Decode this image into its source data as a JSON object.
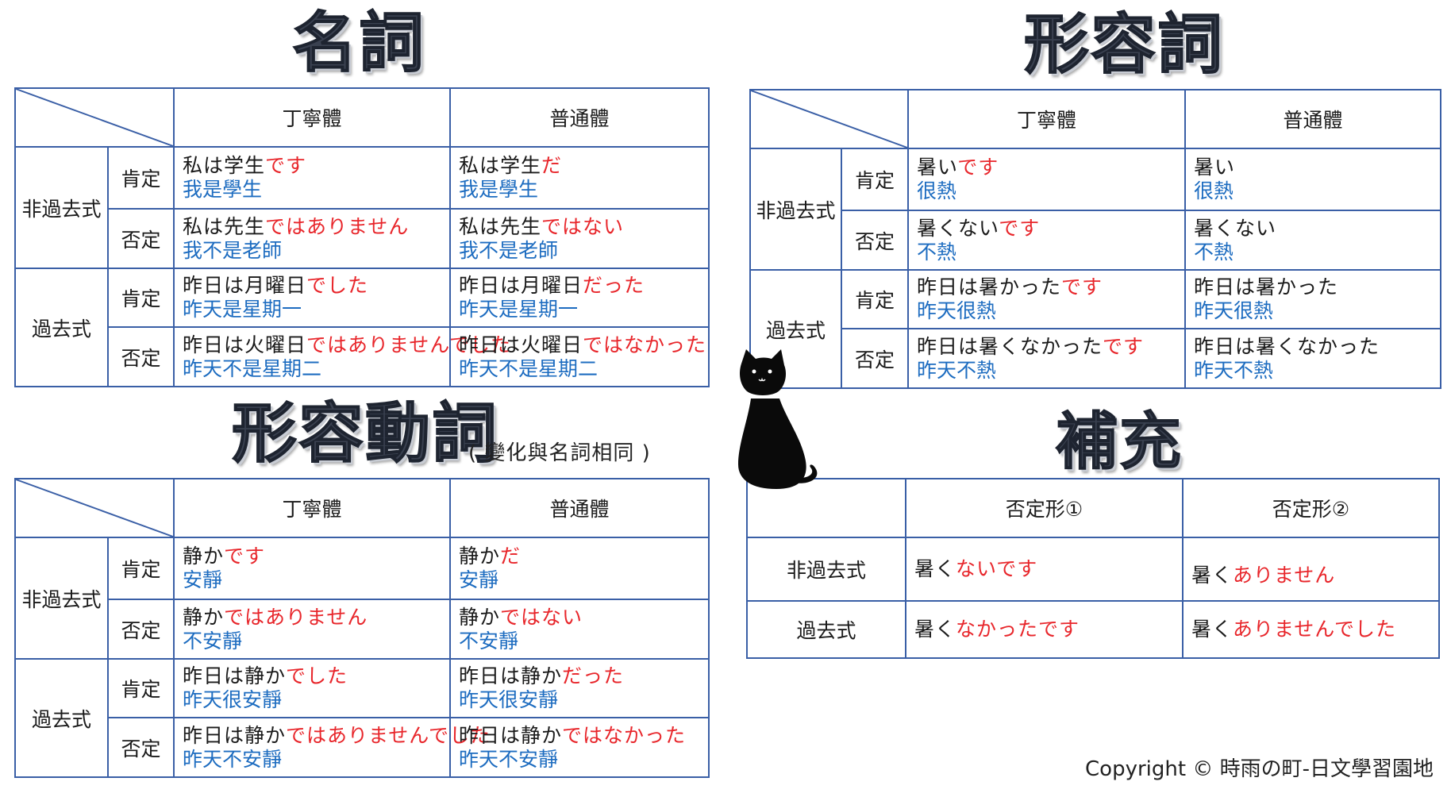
{
  "sections": {
    "noun": {
      "title": "名詞",
      "headers": [
        "丁寧體",
        "普通體"
      ],
      "groups": [
        "非過去式",
        "過去式"
      ],
      "rows": [
        {
          "polarity": "肯定",
          "polite": {
            "base": "私は学生",
            "end": "です",
            "zh": "我是學生"
          },
          "plain": {
            "base": "私は学生",
            "end": "だ",
            "zh": "我是學生"
          }
        },
        {
          "polarity": "否定",
          "polite": {
            "base": "私は先生",
            "end": "ではありません",
            "zh": "我不是老師"
          },
          "plain": {
            "base": "私は先生",
            "end": "ではない",
            "zh": "我不是老師"
          }
        },
        {
          "polarity": "肯定",
          "polite": {
            "base": "昨日は月曜日",
            "end": "でした",
            "zh": "昨天是星期一"
          },
          "plain": {
            "base": "昨日は月曜日",
            "end": "だった",
            "zh": "昨天是星期一"
          }
        },
        {
          "polarity": "否定",
          "polite": {
            "base": "昨日は火曜日",
            "end": "ではありませんでした",
            "zh": "昨天不是星期二"
          },
          "plain": {
            "base": "昨日は火曜日",
            "end": "ではなかった",
            "zh": "昨天不是星期二"
          }
        }
      ]
    },
    "adjective": {
      "title": "形容詞",
      "headers": [
        "丁寧體",
        "普通體"
      ],
      "groups": [
        "非過去式",
        "過去式"
      ],
      "rows": [
        {
          "polarity": "肯定",
          "polite": {
            "base": "暑い",
            "end": "です",
            "zh": "很熱"
          },
          "plain": {
            "base": "暑い",
            "end": "",
            "zh": "很熱"
          }
        },
        {
          "polarity": "否定",
          "polite": {
            "base": "暑くない",
            "end": "です",
            "zh": "不熱"
          },
          "plain": {
            "base": "暑くない",
            "end": "",
            "zh": "不熱"
          }
        },
        {
          "polarity": "肯定",
          "polite": {
            "base": "昨日は暑かった",
            "end": "です",
            "zh": "昨天很熱"
          },
          "plain": {
            "base": "昨日は暑かった",
            "end": "",
            "zh": "昨天很熱"
          }
        },
        {
          "polarity": "否定",
          "polite": {
            "base": "昨日は暑くなかった",
            "end": "です",
            "zh": "昨天不熱"
          },
          "plain": {
            "base": "昨日は暑くなかった",
            "end": "",
            "zh": "昨天不熱"
          }
        }
      ]
    },
    "na_adjective": {
      "title": "形容動詞",
      "subtitle": "( 變化與名詞相同 )",
      "headers": [
        "丁寧體",
        "普通體"
      ],
      "groups": [
        "非過去式",
        "過去式"
      ],
      "rows": [
        {
          "polarity": "肯定",
          "polite": {
            "base": "静か",
            "end": "です",
            "zh": "安靜"
          },
          "plain": {
            "base": "静か",
            "end": "だ",
            "zh": "安靜"
          }
        },
        {
          "polarity": "否定",
          "polite": {
            "base": "静か",
            "end": "ではありません",
            "zh": "不安靜"
          },
          "plain": {
            "base": "静か",
            "end": "ではない",
            "zh": "不安靜"
          }
        },
        {
          "polarity": "肯定",
          "polite": {
            "base": "昨日は静か",
            "end": "でした",
            "zh": "昨天很安靜"
          },
          "plain": {
            "base": "昨日は静か",
            "end": "だった",
            "zh": "昨天很安靜"
          }
        },
        {
          "polarity": "否定",
          "polite": {
            "base": "昨日は静か",
            "end": "ではありませんでした",
            "zh": "昨天不安靜"
          },
          "plain": {
            "base": "昨日は静か",
            "end": "ではなかった",
            "zh": "昨天不安靜"
          }
        }
      ]
    },
    "supplement": {
      "title": "補充",
      "headers": [
        "否定形①",
        "否定形②"
      ],
      "rows": [
        {
          "label": "非過去式",
          "form1": {
            "base": "暑く",
            "end": "ないです"
          },
          "form2": {
            "base": "暑く",
            "end": "ありません"
          }
        },
        {
          "label": "過去式",
          "form1": {
            "base": "暑く",
            "end": "なかったです"
          },
          "form2": {
            "base": "暑く",
            "end": "ありませんでした"
          }
        }
      ]
    }
  },
  "copyright": "Copyright © 時雨の町-日文學習園地",
  "colors": {
    "border": "#3a5fa6",
    "ending": "#e8262b",
    "translation": "#1d6cc0"
  },
  "decoration": {
    "cat": "black-cat-icon"
  }
}
